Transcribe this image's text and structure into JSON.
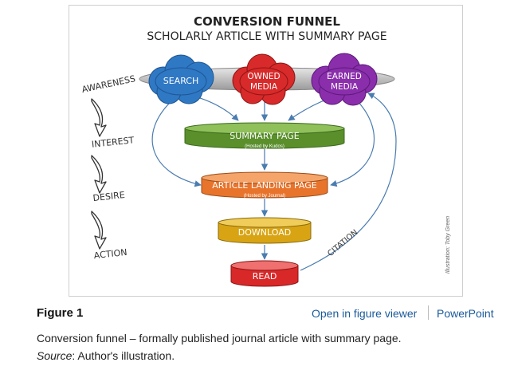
{
  "diagram": {
    "title": "CONVERSION FUNNEL",
    "subtitle": "SCHOLARLY ARTICLE WITH SUMMARY PAGE",
    "stages": [
      "AWARENESS",
      "INTEREST",
      "DESIRE",
      "ACTION"
    ],
    "sources": [
      {
        "label_1": "SEARCH",
        "label_2": "",
        "color": "#2f78c4"
      },
      {
        "label_1": "OWNED",
        "label_2": "MEDIA",
        "color": "#d82a2a"
      },
      {
        "label_1": "EARNED",
        "label_2": "MEDIA",
        "color": "#8a2eab"
      }
    ],
    "summary": {
      "label": "SUMMARY PAGE",
      "sub": "(Hosted by Kudos)",
      "color": "#5a8f2c"
    },
    "landing": {
      "label": "ARTICLE LANDING PAGE",
      "sub": "(Hosted by Journal)",
      "color": "#e8742c"
    },
    "download": {
      "label": "DOWNLOAD",
      "color": "#d8a414"
    },
    "read": {
      "label": "READ",
      "color": "#d82828"
    },
    "citation": "CITATION",
    "credit": "Illustration: Toby Green"
  },
  "caption": {
    "figure_label": "Figure 1",
    "viewer_link": "Open in figure viewer",
    "ppt_link": "PowerPoint",
    "text": "Conversion funnel – formally published journal article with summary page.",
    "source_label": "Source",
    "source_text": ": Author's illustration."
  }
}
